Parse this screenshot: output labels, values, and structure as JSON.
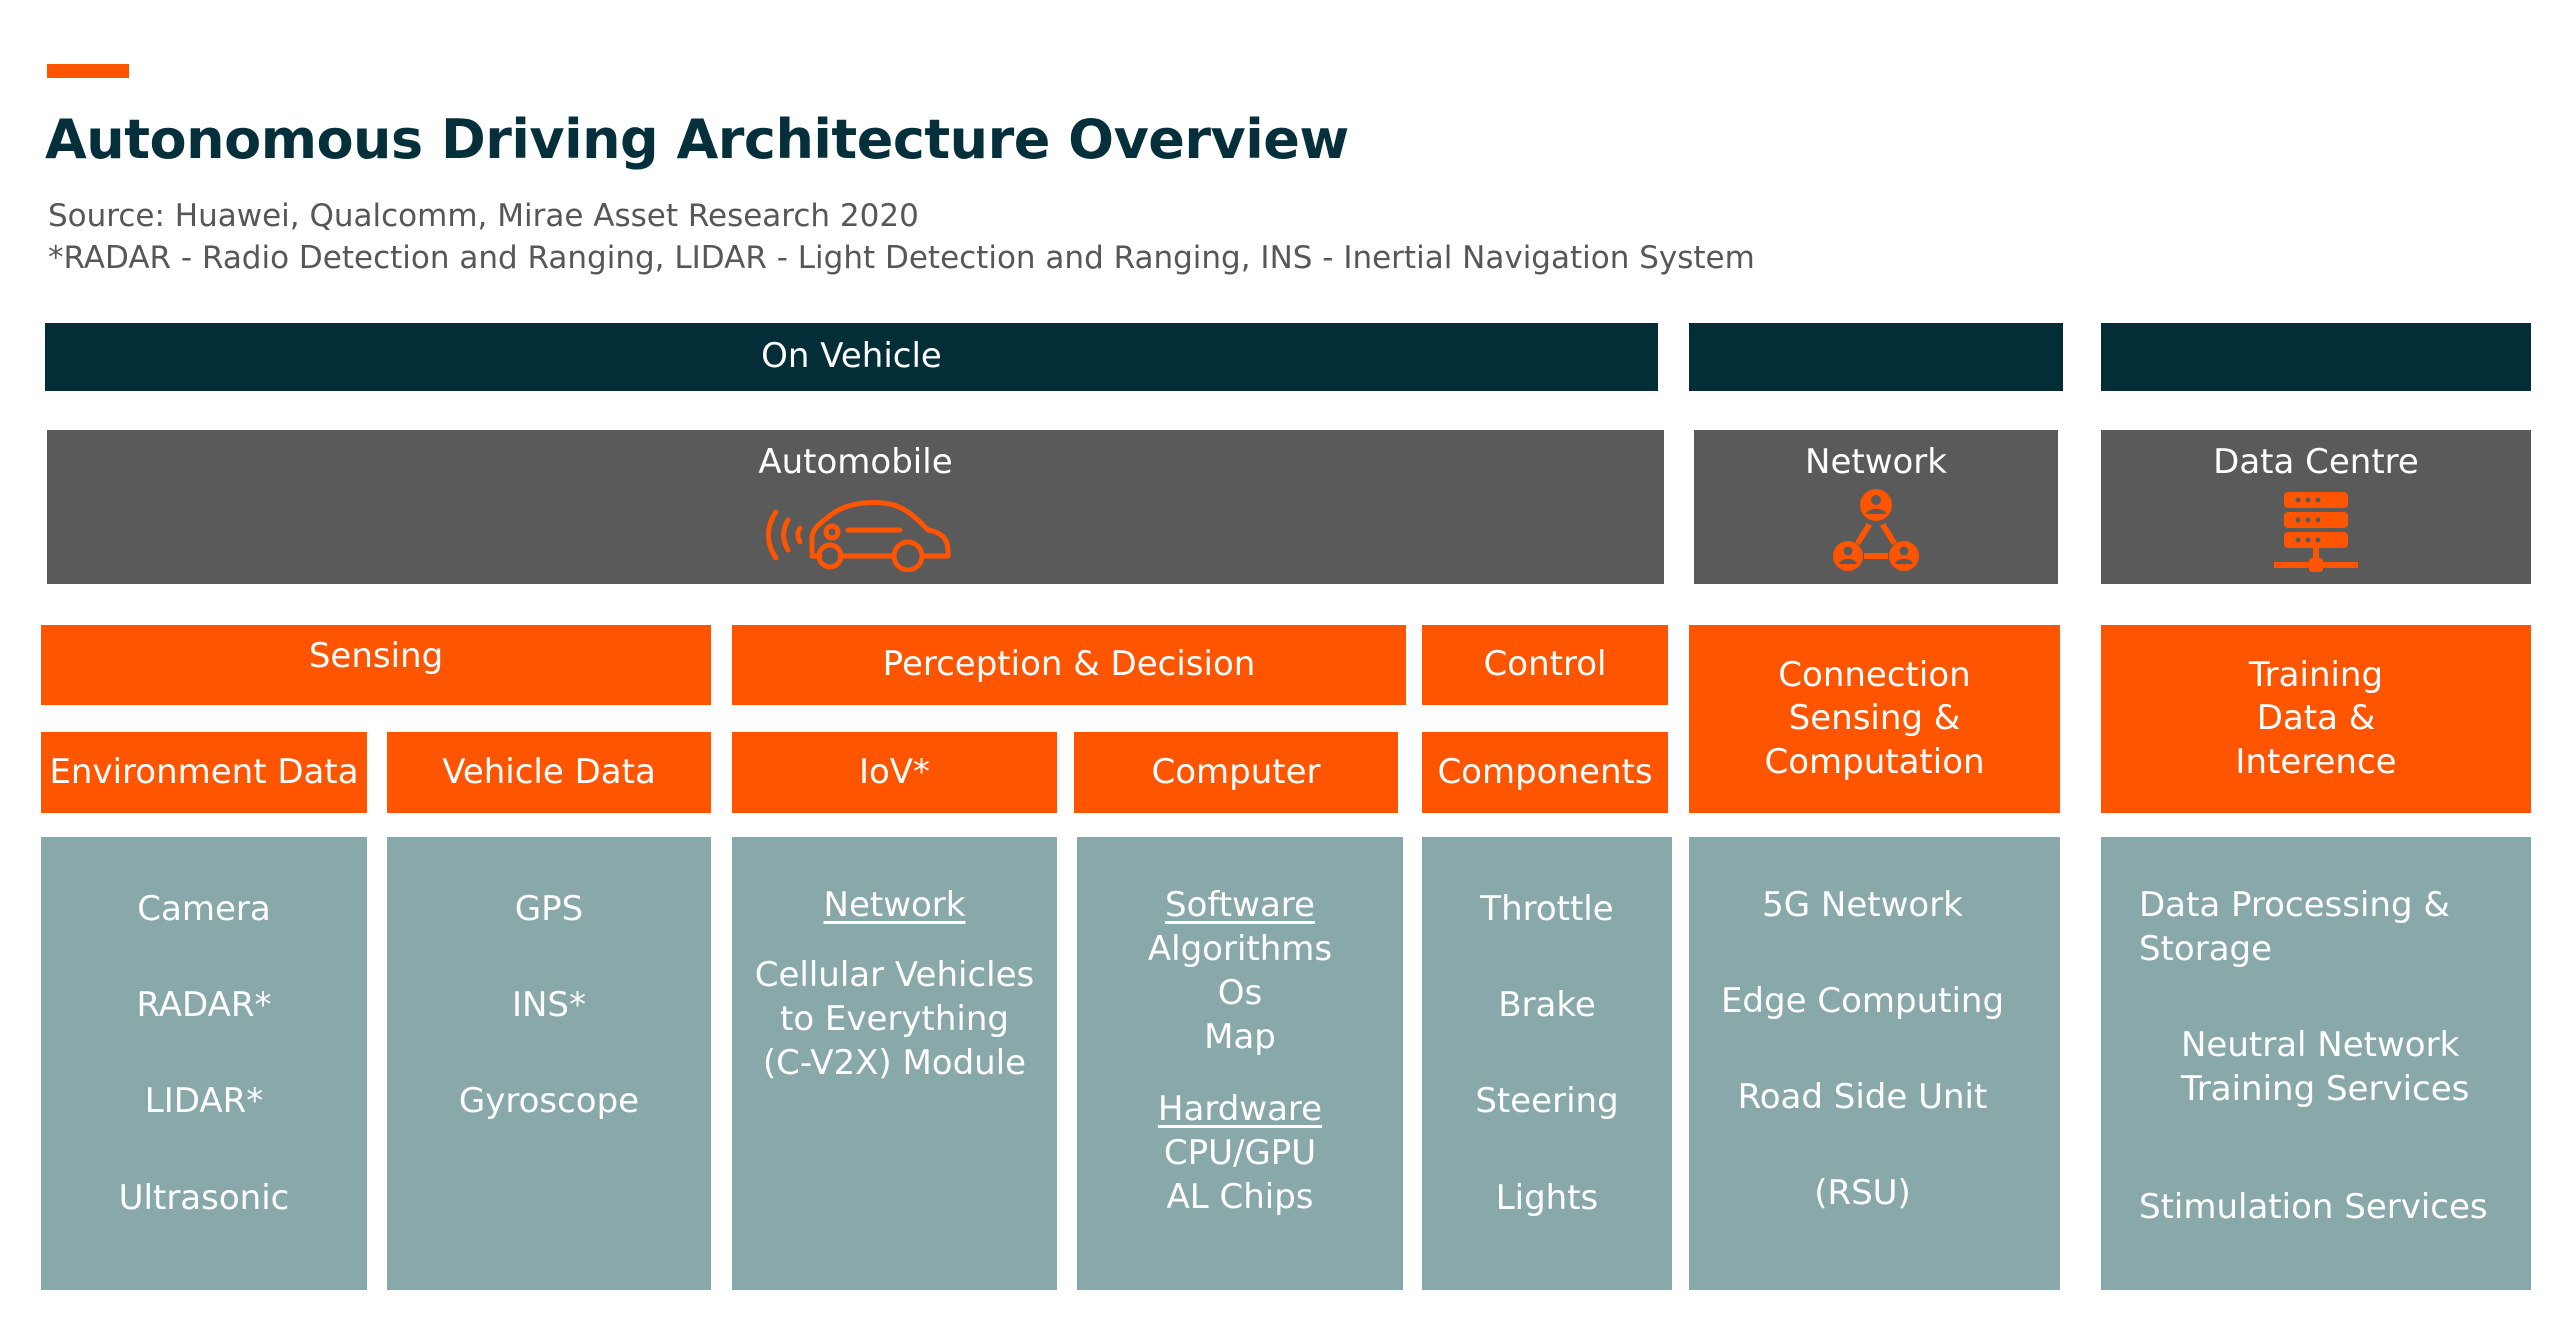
{
  "header": {
    "title": "Autonomous Driving Architecture Overview",
    "source": "Source:  Huawei, Qualcomm, Mirae Asset Research 2020",
    "footnote": "*RADAR - Radio Detection and Ranging, LIDAR - Light Detection and Ranging, INS - Inertial Navigation System"
  },
  "top_bars": {
    "on_vehicle": "On Vehicle",
    "middle": "",
    "right": ""
  },
  "domains": {
    "automobile": {
      "label": "Automobile",
      "icon": "car-sensor-icon"
    },
    "network": {
      "label": "Network",
      "icon": "network-nodes-icon"
    },
    "data_centre": {
      "label": "Data Centre",
      "icon": "server-stack-icon"
    }
  },
  "functions": {
    "sensing": "Sensing",
    "perception": "Perception & Decision",
    "control": "Control",
    "connection": [
      "Connection",
      "Sensing &",
      "Computation"
    ],
    "training": [
      "Training",
      "Data &",
      "Interence"
    ]
  },
  "subcategories": {
    "environment": "Environment Data",
    "vehicle": "Vehicle Data",
    "iov": "IoV*",
    "computer": "Computer",
    "components": "Components"
  },
  "columns": {
    "environment": [
      "Camera",
      "RADAR*",
      "LIDAR*",
      "Ultrasonic"
    ],
    "vehicle": [
      "GPS",
      "INS*",
      "Gyroscope"
    ],
    "iov": {
      "heading": "Network",
      "lines": [
        "Cellular Vehicles",
        "to Everything",
        "(C-V2X) Module"
      ]
    },
    "computer": {
      "software_heading": "Software",
      "software_lines": [
        "Algorithms",
        "Os",
        "Map"
      ],
      "hardware_heading": "Hardware",
      "hardware_lines": [
        "CPU/GPU",
        "AL Chips"
      ]
    },
    "components": [
      "Throttle",
      "Brake",
      "Steering",
      "Lights"
    ],
    "connection": [
      "5G Network",
      "Edge Computing",
      "Road Side Unit",
      "(RSU)"
    ],
    "training": {
      "item1": [
        "Data Processing &",
        "Storage"
      ],
      "item2": [
        "Neutral Network",
        "Training Services"
      ],
      "item3": "Stimulation Services"
    }
  },
  "colors": {
    "navy": "#032e38",
    "grey": "#5a5a5a",
    "orange": "#ff5400",
    "teal": "#89a8a9",
    "title": "#052f3a"
  }
}
